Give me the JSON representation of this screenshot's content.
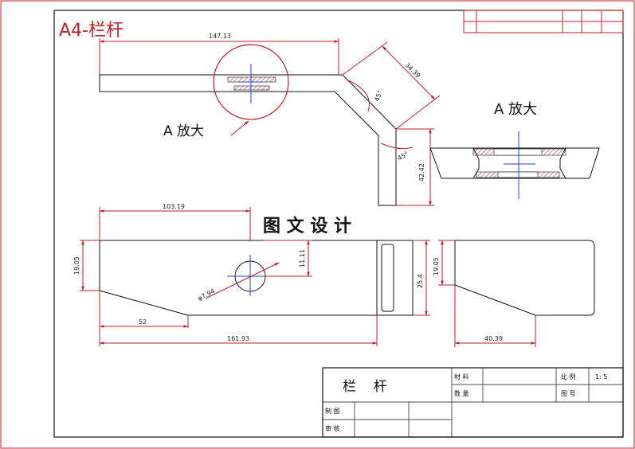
{
  "header": {
    "title": "A4-栏杆"
  },
  "labels": {
    "detail_a_callout": "A 放大",
    "detail_a_title": "A 放大",
    "watermark": "图 文 设 计"
  },
  "dimensions": {
    "top_length": "147.13",
    "diag_length": "34.39",
    "angle_top": "45°",
    "angle_bottom": "45°",
    "vertical_right": "42.42",
    "width_103": "103.19",
    "height_left": "19.05",
    "hole_offset": "11.11",
    "hole_dia": "φ7.94",
    "slot_height": "25.4",
    "bottom_52": "52",
    "total_length": "161.93",
    "side_height": "19.05",
    "side_width": "40.39"
  },
  "title_block": {
    "part_name": "栏    杆",
    "material_label": "材 料",
    "material_value": "",
    "scale_label": "比 例",
    "scale_value": "1: 5",
    "quantity_label": "数 量",
    "quantity_value": "",
    "drawing_no_label": "图 号",
    "drawing_no_value": "",
    "drawn_label": "制 图",
    "checked_label": "审 核"
  },
  "colors": {
    "border": "#c0202a",
    "title_text": "#c0202a",
    "dimension": "#c0202a",
    "centerline": "#2a3fd0",
    "hatch": "#c0202a"
  }
}
